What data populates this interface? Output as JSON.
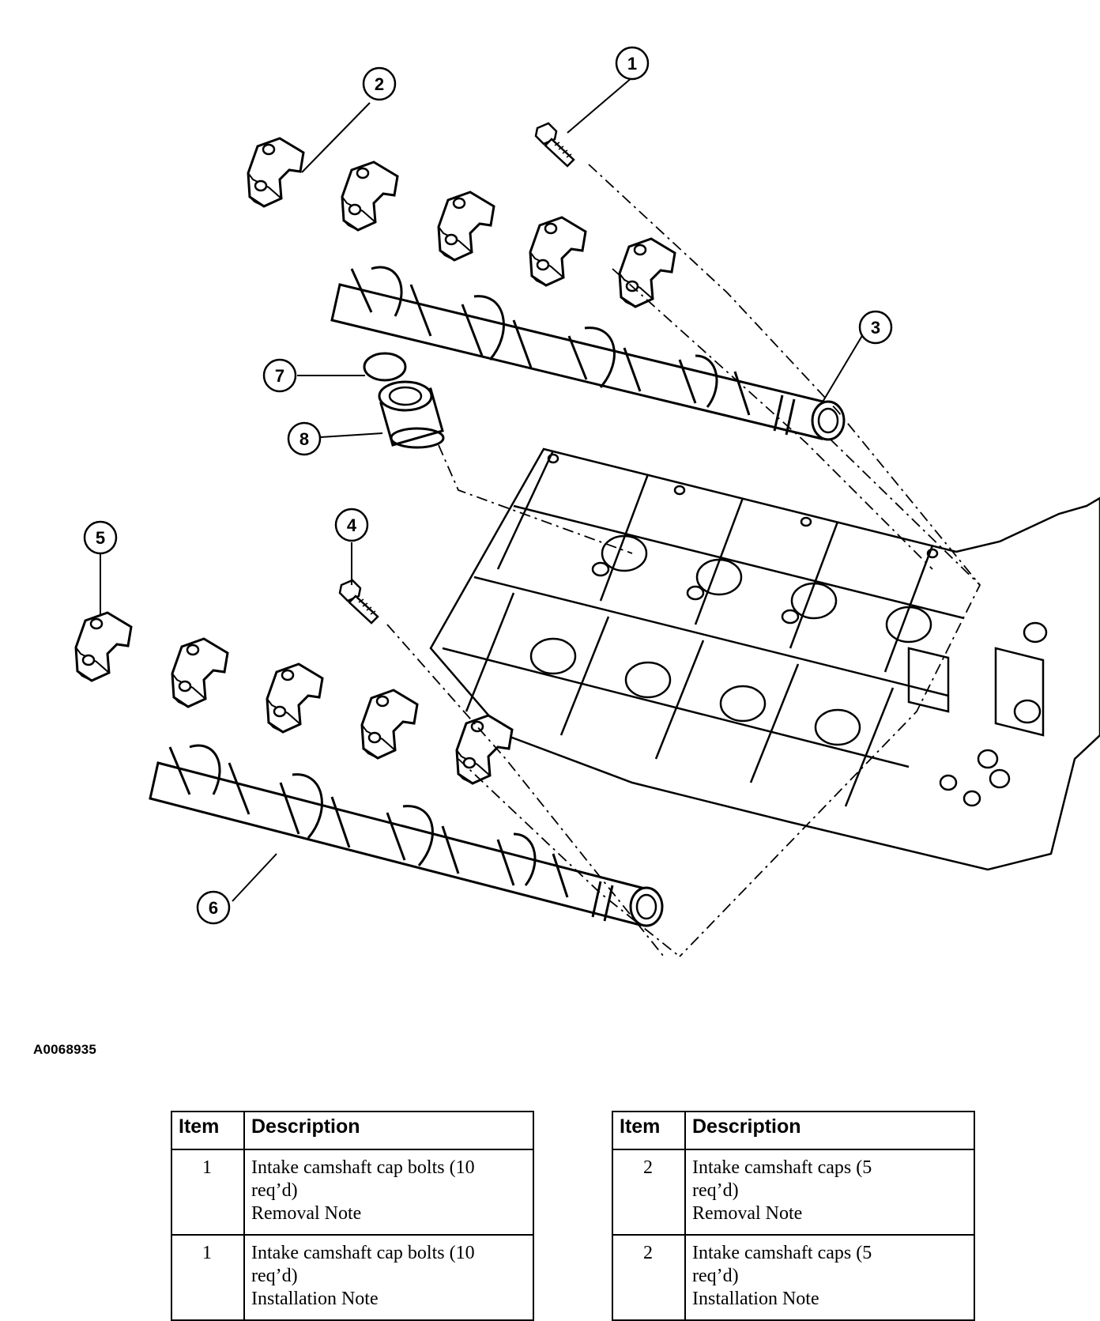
{
  "figure_id": "A0068935",
  "callouts": [
    "1",
    "2",
    "3",
    "4",
    "5",
    "6",
    "7",
    "8"
  ],
  "table_headers": {
    "item": "Item",
    "description": "Description"
  },
  "table_left": [
    {
      "item": "1",
      "desc_line1": "Intake camshaft cap bolts (10",
      "desc_line2": "req’d)",
      "note": "Removal Note"
    },
    {
      "item": "1",
      "desc_line1": "Intake camshaft cap bolts (10",
      "desc_line2": "req’d)",
      "note": "Installation Note"
    }
  ],
  "table_right": [
    {
      "item": "2",
      "desc_line1": "Intake camshaft caps (5",
      "desc_line2": "req’d)",
      "note": "Removal Note"
    },
    {
      "item": "2",
      "desc_line1": "Intake camshaft caps (5",
      "desc_line2": "req’d)",
      "note": "Installation Note"
    }
  ]
}
